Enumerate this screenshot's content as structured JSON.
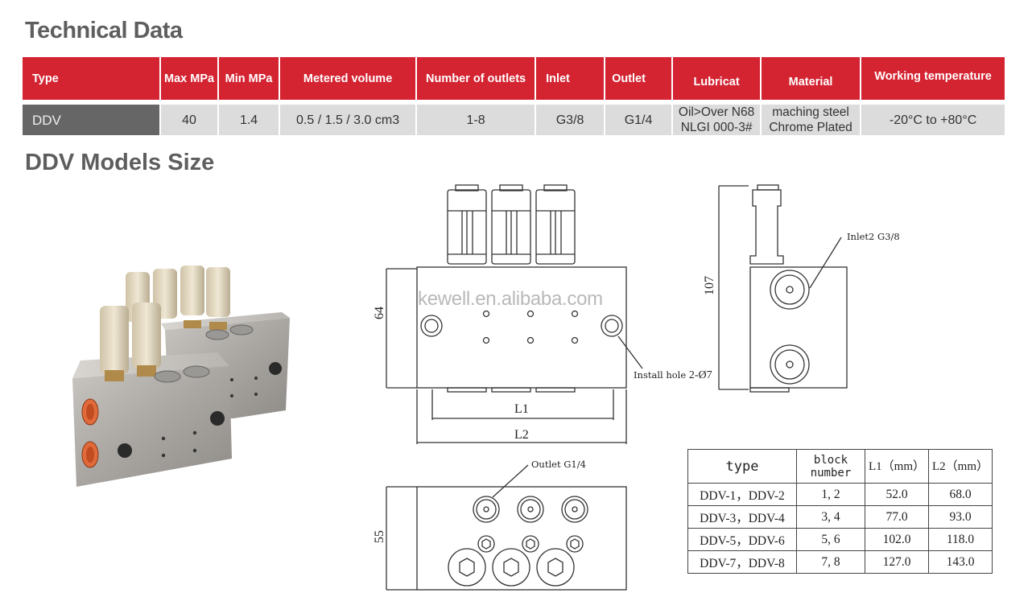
{
  "headings": {
    "technical_data": "Technical Data",
    "models_size": "DDV Models Size"
  },
  "tech_table": {
    "headers": [
      "Type",
      "Max MPa",
      "Min MPa",
      "Metered volume",
      "Number of outlets",
      "Inlet",
      "Outlet",
      "Lubricat",
      "Material",
      "Working temperature"
    ],
    "row": {
      "type": "DDV",
      "max_mpa": "40",
      "min_mpa": "1.4",
      "metered_volume": "0.5 / 1.5 / 3.0 cm3",
      "outlets": "1-8",
      "inlet": "G3/8",
      "outlet": "G1/4",
      "lubricant_line1": "Oil>Over N68",
      "lubricant_line2": "NLGI 000-3#",
      "material_line1": "maching steel",
      "material_line2": "Chrome Plated",
      "working_temperature": "-20°C to +80°C"
    },
    "colors": {
      "header_bg": "#d42331",
      "type_cell_bg": "#666666",
      "cell_bg": "#dcdcdc"
    }
  },
  "drawing": {
    "watermark": "kewell.en.alibaba.com",
    "front_view": {
      "height_dim": "64",
      "l1_label": "L1",
      "l2_label": "L2",
      "install_hole_label": "Install hole",
      "install_hole_value": "2-Ø7"
    },
    "side_view": {
      "height_dim": "107",
      "inlet_label": "Inlet2 G3/8"
    },
    "bottom_view": {
      "height_dim": "55",
      "outlet_label": "Outlet G1/4"
    }
  },
  "size_table": {
    "headers": {
      "type": "type",
      "block_line1": "block",
      "block_line2": "number",
      "l1": "L1（mm）",
      "l2": "L2（mm）"
    },
    "rows": [
      {
        "type": "DDV-1，DDV-2",
        "block": "1, 2",
        "l1": "52.0",
        "l2": "68.0"
      },
      {
        "type": "DDV-3，DDV-4",
        "block": "3, 4",
        "l1": "77.0",
        "l2": "93.0"
      },
      {
        "type": "DDV-5，DDV-6",
        "block": "5, 6",
        "l1": "102.0",
        "l2": "118.0"
      },
      {
        "type": "DDV-7，DDV-8",
        "block": "7, 8",
        "l1": "127.0",
        "l2": "143.0"
      }
    ]
  }
}
